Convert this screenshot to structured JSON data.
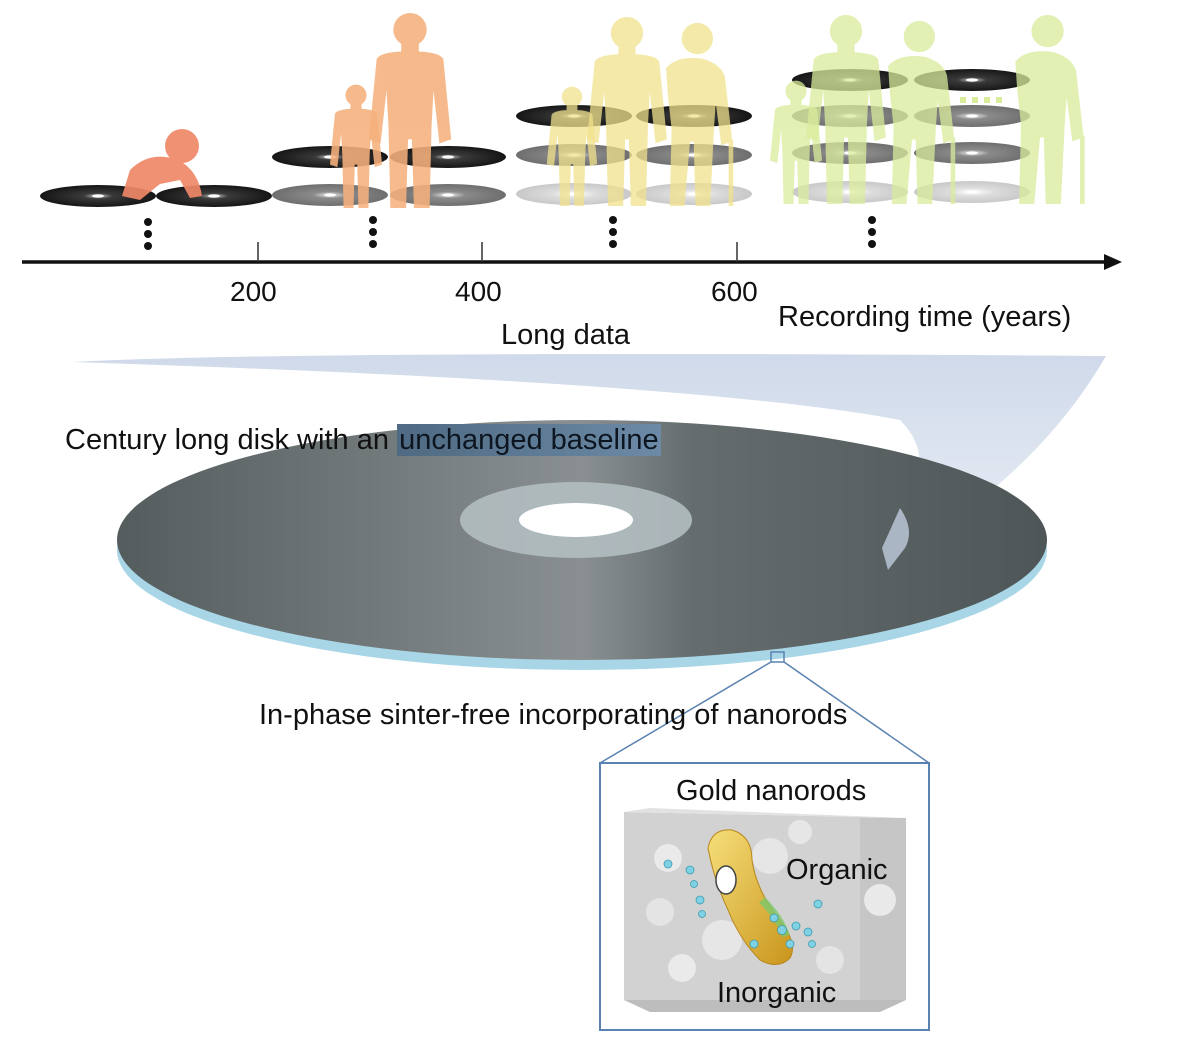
{
  "timeline": {
    "ticks": [
      "200",
      "400",
      "600"
    ],
    "axis_label": "Recording time (years)",
    "caption": "Long data"
  },
  "disk": {
    "caption_prefix": "Century long disk with an ",
    "caption_highlight": "unchanged baseline"
  },
  "nano": {
    "caption": "In-phase sinter-free incorporating of nanorods"
  },
  "inset": {
    "title": "Gold nanorods",
    "label_organic": "Organic",
    "label_inorganic": "Inorganic"
  },
  "colors": {
    "baby": "#f08868",
    "child": "#f5b07c",
    "adult": "#f1e28c",
    "elder": "#d9ec9c",
    "disk_dark": "#5c6466",
    "disk_edge": "#a9d6e6",
    "gold": "#e8b93a"
  },
  "icons": [
    "baby-figure-icon",
    "child-figure-icon",
    "adult-figure-icon",
    "elder-figure-icon",
    "disk-stack-icon",
    "ellipsis-dots-icon",
    "arrow-icon",
    "nanorod-icon"
  ]
}
